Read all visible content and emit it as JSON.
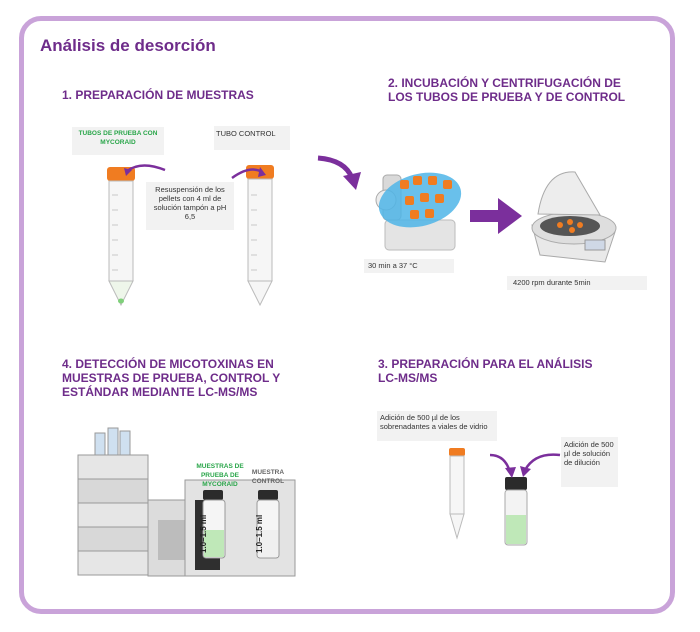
{
  "title": "Análisis de desorción",
  "steps": {
    "step1": "1. PREPARACIÓN DE MUESTRAS",
    "step2": "2. INCUBACIÓN Y CENTRIFUGACIÓN DE LOS TUBOS DE PRUEBA Y DE CONTROL",
    "step3": "3. PREPARACIÓN PARA EL ANÁLISIS LC-MS/MS",
    "step4": "4. DETECCIÓN DE MICOTOXINAS EN MUESTRAS DE PRUEBA, CONTROL Y ESTÁNDAR MEDIANTE LC-MS/MS"
  },
  "labels": {
    "tubes_mycoraid": "TUBOS DE PRUEBA CON MYCORAID",
    "tube_control": "TUBO CONTROL",
    "resuspension": "Resuspensión de los pellets con 4 ml de solución tampón a pH 6,5",
    "incubation": "30 min a 37 °C",
    "centrifuge": "4200 rpm durante 5min",
    "supernatant": "Adición de 500 µl de los sobrenadantes a viales de vidrio",
    "dilution": "Adición de 500 µl de solución de dilución",
    "sample_mycoraid": "MUESTRAS DE PRUEBA DE MYCORAID",
    "sample_control": "MUESTRA CONTROL",
    "vial_volume": "1.0–1.5 ml"
  },
  "colors": {
    "purple_title": "#6e2c8a",
    "frame": "#c9a3d9",
    "arrow": "#7b2f9c",
    "green": "#2aa64a",
    "cap_orange": "#f07c21"
  }
}
